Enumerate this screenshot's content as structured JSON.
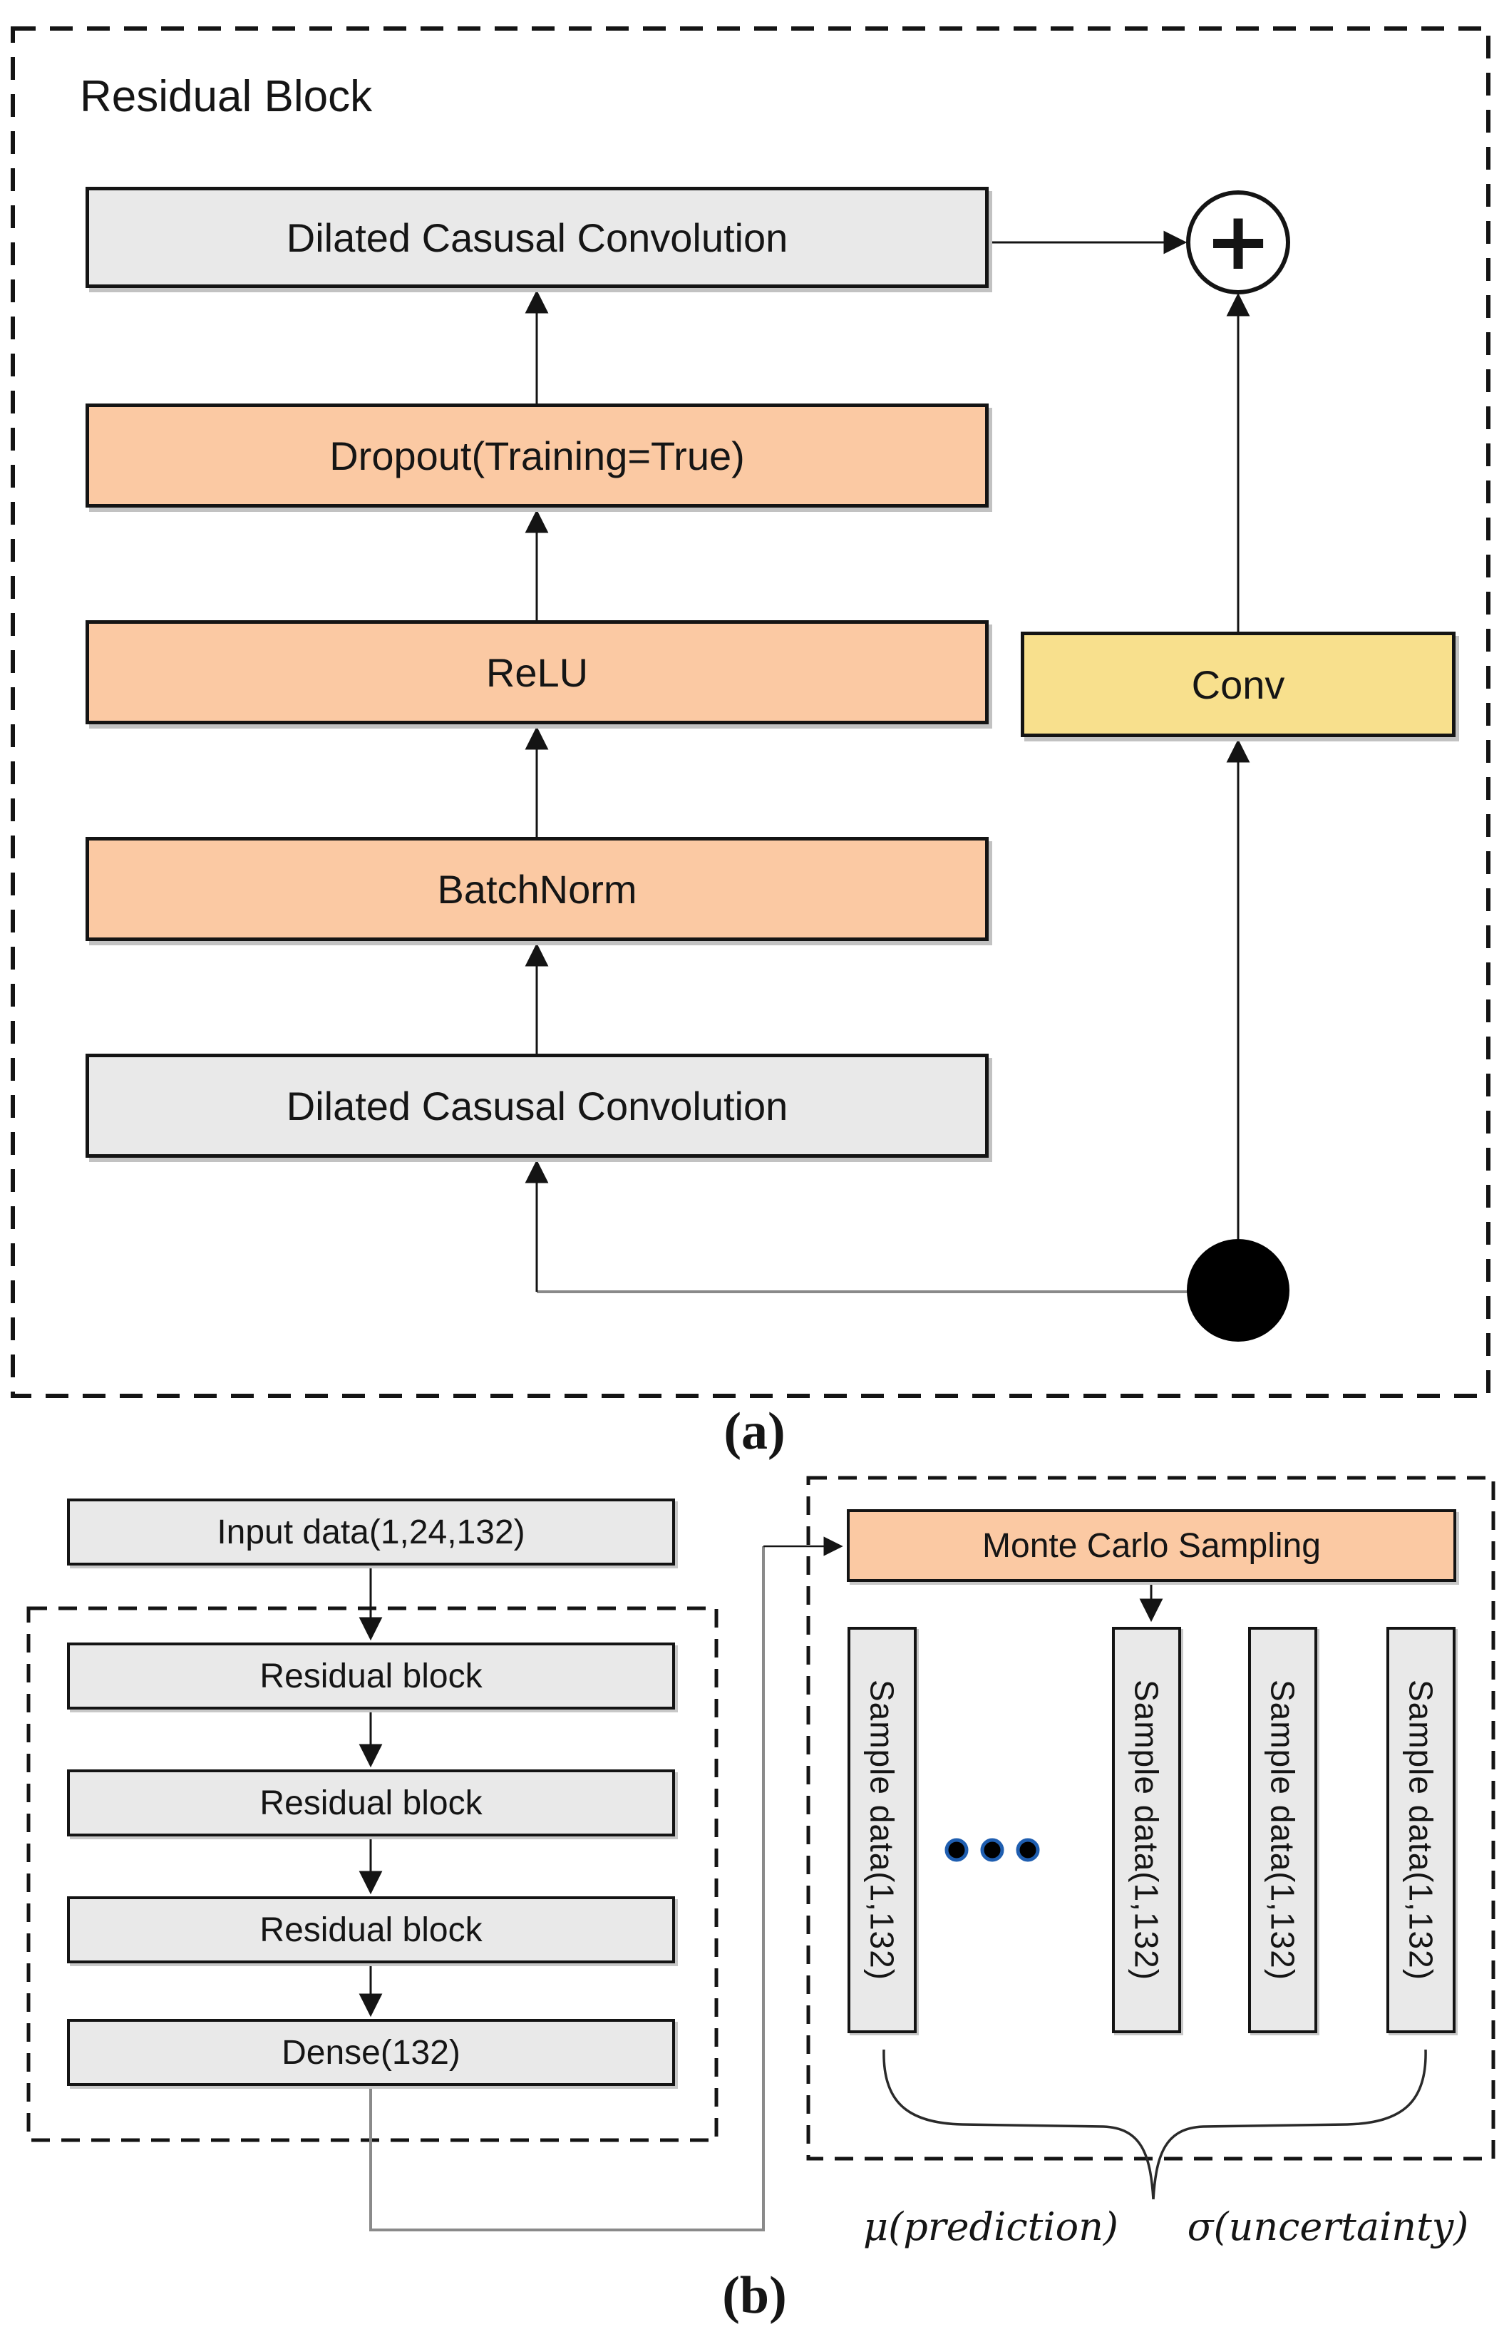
{
  "panel_a": {
    "caption": "(a)",
    "title": "Residual Block",
    "sum_symbol": "+",
    "boxes": {
      "dcc_top": "Dilated Casusal Convolution",
      "dropout": "Dropout(Training=True)",
      "relu": "ReLU",
      "batchnorm": "BatchNorm",
      "dcc_bottom": "Dilated Casusal Convolution",
      "conv": "Conv"
    }
  },
  "panel_b": {
    "caption": "(b)",
    "input": "Input data(1,24,132)",
    "residual_blocks": [
      "Residual block",
      "Residual block",
      "Residual block"
    ],
    "dense": "Dense(132)",
    "monte_carlo": "Monte Carlo Sampling",
    "samples": [
      "Sample data(1,132)",
      "Sample data(1,132)",
      "Sample data(1,132)",
      "Sample data(1,132)"
    ],
    "ellipsis_dot_count": 3,
    "mu_label": "μ(prediction)",
    "sigma_label": "σ(uncertainty)"
  },
  "colors": {
    "box_gray": "#e9e9e9",
    "box_peach": "#fbc9a3",
    "box_yellow": "#f8e08d",
    "line": "#141414",
    "connector_gray": "#8a8a8a",
    "dot_fill": "#000000",
    "dot_ring": "#1f5eb0"
  }
}
